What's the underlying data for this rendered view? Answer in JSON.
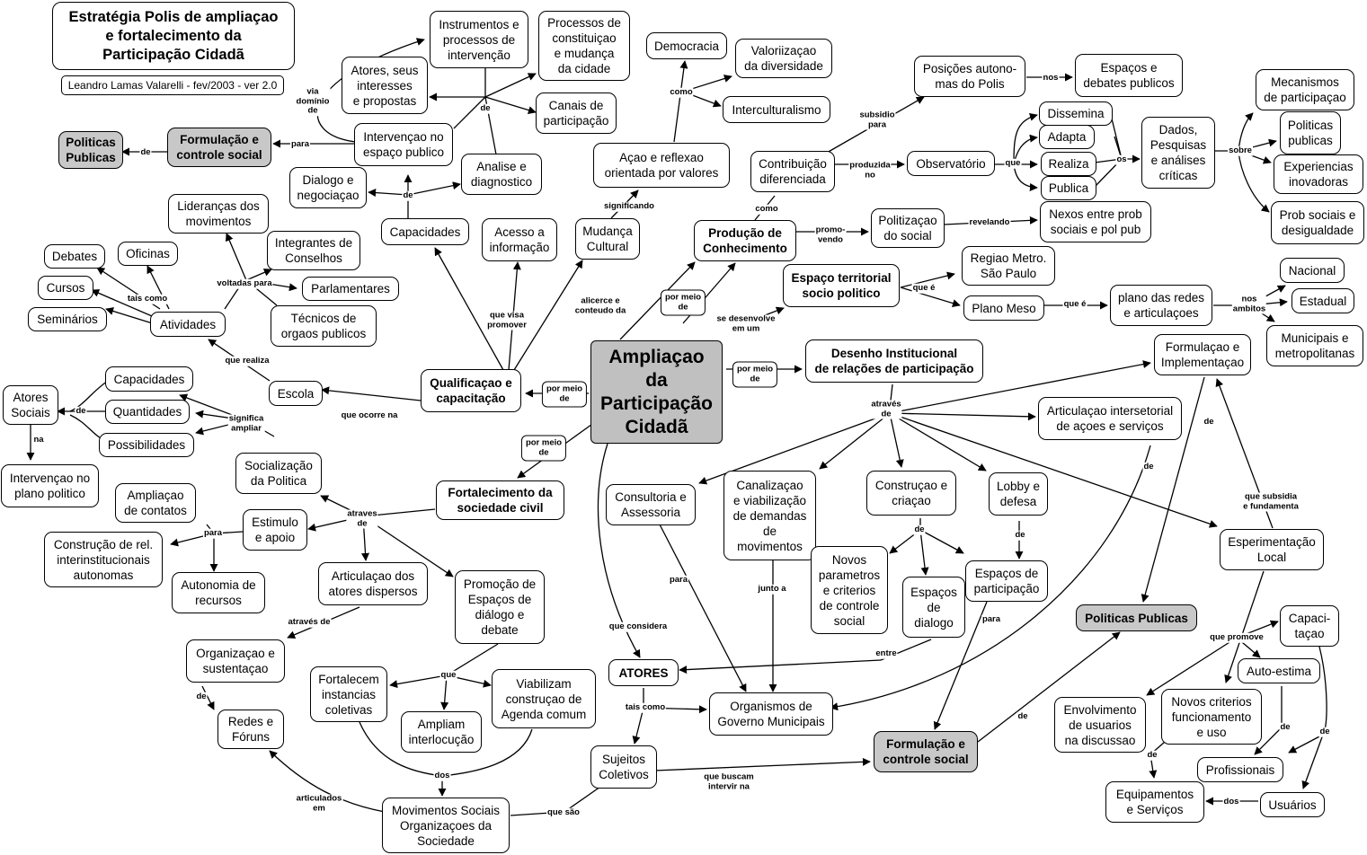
{
  "title": "Estratégia Polis de ampliaçao\ne fortalecimento da\nParticipação Cidadã",
  "author": "Leandro Lamas Valarelli - fev/2003 - ver 2.0",
  "nodes": {
    "central": "Ampliaçao\nda\nParticipação\nCidadã",
    "politicas_publicas_left": "Politicas\nPublicas",
    "formulacao_controle_left": "Formulação e\ncontrole social",
    "intervencao_espaco": "Intervençao no\nespaço publico",
    "instrumentos": "Instrumentos e\nprocessos de\nintervenção",
    "processos_constituicao": "Processos de\nconstituiçao\ne mudança\nda cidade",
    "atores_interesses": "Atores, seus\ninteresses\ne propostas",
    "canais": "Canais de\nparticipação",
    "analise": "Analise e\ndiagnostico",
    "dialogo_negociacao": "Dialogo e\nnegociaçao",
    "capacidades_top": "Capacidades",
    "acesso_informacao": "Acesso a\ninformação",
    "mudanca_cultural": "Mudança\nCultural",
    "acao_reflexao": "Açao e reflexao\norientada por valores",
    "democracia": "Democracia",
    "valorizacao": "Valoriizaçao\nda diversidade",
    "interculturalismo": "Interculturalismo",
    "contribuicao": "Contribuição\ndiferenciada",
    "posicoes": "Posições autono-\nmas do Polis",
    "espacos_debates": "Espaços e\ndebates publicos",
    "observatorio": "Observatório",
    "dissemina": "Dissemina",
    "adapta": "Adapta",
    "realiza": "Realiza",
    "publica": "Publica",
    "dados": "Dados,\nPesquisas\ne análises\ncríticas",
    "mecanismos": "Mecanismos\nde participaçao",
    "politicas_publicas_r": "Politicas\npublicas",
    "experiencias": "Experiencias\ninovadoras",
    "prob_sociais": "Prob sociais e\ndesigualdade",
    "producao": "Produção de\nConhecimento",
    "politizacao": "Politizaçao\ndo social",
    "nexos": "Nexos entre prob\nsociais e pol pub",
    "espaco_territorial": "Espaço territorial\nsocio politico",
    "regiao_metro": "Regiao Metro.\nSão Paulo",
    "plano_meso": "Plano Meso",
    "plano_redes": "plano das redes\ne articulaçoes",
    "nacional": "Nacional",
    "estadual": "Estadual",
    "municipais_metro": "Municipais e\nmetropolitanas",
    "liderancas": "Lideranças dos\nmovimentos",
    "integrantes": "Integrantes de\nConselhos",
    "parlamentares": "Parlamentares",
    "tecnicos": "Técnicos de\norgaos publicos",
    "debates": "Debates",
    "oficinas": "Oficinas",
    "cursos": "Cursos",
    "seminarios": "Seminários",
    "atividades": "Atividades",
    "escola": "Escola",
    "qualificacao": "Qualificaçao e\ncapacitação",
    "capacidades_l": "Capacidades",
    "quantidades": "Quantidades",
    "possibilidades": "Possibilidades",
    "atores_sociais": "Atores\nSociais",
    "intervencao_plano": "Intervençao no\nplano politico",
    "socializacao": "Socialização\nda Politica",
    "fortalecimento": "Fortalecimento da\nsociedade civil",
    "estimulo": "Estimulo\ne apoio",
    "ampliacao_contatos": "Ampliaçao\nde contatos",
    "construcao_rel": "Construção de rel.\ninterinstitucionais\nautonomas",
    "autonomia": "Autonomia de\nrecursos",
    "articulacao_atores": "Articulaçao dos\natores dispersos",
    "promocao": "Promoção de\nEspaços de\ndiálogo e\ndebate",
    "organizacao": "Organizaçao e\nsustentaçao",
    "redes": "Redes e\nFóruns",
    "fortalecem": "Fortalecem\ninstancias\ncoletivas",
    "ampliam": "Ampliam\ninterlocução",
    "viabilizam": "Viabilizam\nconstruçao de\nAgenda comum",
    "movimentos": "Movimentos Sociais\nOrganizaçoes da\nSociedade",
    "desenho": "Desenho Institucional\nde relações de participação",
    "formulacao_impl": "Formulaçao e\nImplementaçao",
    "articulacao_inter": "Articulaçao intersetorial\nde açoes e serviços",
    "consultoria": "Consultoria e\nAssessoria",
    "canalizacao": "Canalizaçao\ne viabilização\nde demandas de\nmovimentos",
    "construcao_criacao": "Construçao e\ncriaçao",
    "lobby": "Lobby e\ndefesa",
    "novos_parametros": "Novos\nparametros\ne criterios\nde controle\nsocial",
    "espacos_dialogo": "Espaços\nde\ndialogo",
    "espacos_participacao": "Espaços de\nparticipação",
    "experimentacao": "Esperimentação\nLocal",
    "atores": "ATORES",
    "organismos": "Organismos de\nGoverno Municipais",
    "sujeitos": "Sujeitos\nColetivos",
    "formulacao_controle_bottom": "Formulação e\ncontrole social",
    "politicas_publicas_bottom": "Politicas Publicas",
    "capacitacao": "Capaci-\ntaçao",
    "auto_estima": "Auto-estima",
    "envolvimento": "Envolvimento\nde usuarios\nna discussao",
    "novos_criterios": "Novos criterios\nfuncionamento\ne uso",
    "profissionais": "Profissionais",
    "equipamentos": "Equipamentos\ne Serviços",
    "usuarios": "Usuários"
  },
  "links": {
    "para_left": "para",
    "de_left": "de",
    "via_dominio": "via\ndomínio\nde",
    "de_top": "de",
    "de_cap": "de",
    "como_dem": "como",
    "significando": "significando",
    "subsidio": "subsidio\npara",
    "nos_espacos": "nos",
    "produzida": "produzida\nno",
    "que_obs": "que",
    "os": "os",
    "sobre": "sobre",
    "como_prod": "como",
    "promovendo": "promo-\nvendo",
    "revelando": "revelando",
    "que_e_1": "que é",
    "que_e_2": "que é",
    "nos_ambitos": "nos\nambitos",
    "alicerce": "alicerce e\nconteudo da",
    "por_meio_prod": "por meio\nde",
    "se_desenvolve": "se desenvolve\nem um",
    "que_visa": "que visa\npromover",
    "por_meio_qual": "por meio\nde",
    "por_meio_desenho": "por meio\nde",
    "voltadas_para": "voltadas para",
    "tais_como_ativ": "tais como",
    "que_realiza": "que realiza",
    "que_ocorre": "que ocorre na",
    "significa": "significa\nampliar",
    "de_atores": "de",
    "na": "na",
    "por_meio_fort": "por meio\nde",
    "atraves_de": "atraves\nde",
    "para_estimulo": "para",
    "atraves_org": "através de",
    "de_redes": "de",
    "que_promocao": "que",
    "dos": "dos",
    "que_sao": "que são",
    "articulados": "articulados\nem",
    "atraves_desenho": "através\nde",
    "de_formulacao": "de",
    "de_articulacao": "de",
    "de_construcao": "de",
    "de_lobby": "de",
    "para_consultoria": "para",
    "junto_a": "junto a",
    "entre": "entre",
    "para_espacos": "para",
    "que_considera": "que considera",
    "tais_como_atores": "tais como",
    "que_buscam": "que buscam\nintervir na",
    "de_formul_bottom": "de",
    "que_subsidia": "que subsidia\ne fundamenta",
    "que_promove": "que promove",
    "de_auto": "de",
    "de_capac": "de",
    "de_novos": "de",
    "dos_usuarios": "dos"
  }
}
